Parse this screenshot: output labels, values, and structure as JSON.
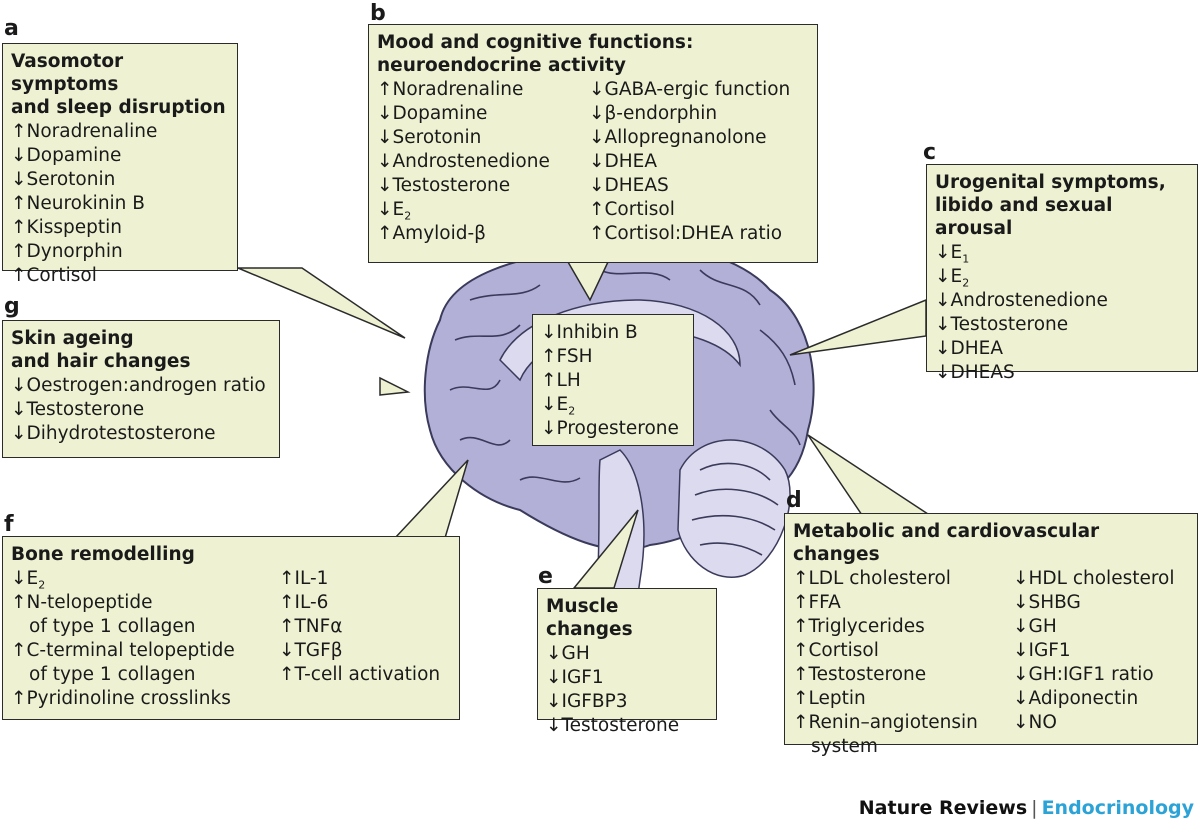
{
  "colors": {
    "box_fill": "#eef2d2",
    "box_border": "#2b2b2b",
    "brain_fill": "#b3b0d8",
    "brain_light": "#dcdaee",
    "brain_line": "#3a3a5a",
    "footer_accent": "#2ca3d6"
  },
  "panels": {
    "a": {
      "letter": "a",
      "title": "Vasomotor symptoms\nand sleep disruption",
      "items": [
        "↑Noradrenaline",
        "↓Dopamine",
        "↓Serotonin",
        "↑Neurokinin B",
        "↑Kisspeptin",
        "↑Dynorphin",
        "↑Cortisol"
      ]
    },
    "b": {
      "letter": "b",
      "title": "Mood and cognitive functions:\nneuroendocrine activity",
      "col1": [
        {
          "arrow": "↑",
          "text": "Noradrenaline"
        },
        {
          "arrow": "↓",
          "text": "Dopamine"
        },
        {
          "arrow": "↓",
          "text": "Serotonin"
        },
        {
          "arrow": "↓",
          "text": "Androstenedione"
        },
        {
          "arrow": "↓",
          "text": "Testosterone"
        },
        {
          "arrow": "↓",
          "text": "E",
          "sub": "2"
        },
        {
          "arrow": "↑",
          "text": "Amyloid-β"
        }
      ],
      "col2": [
        "↓GABA-ergic function",
        "↓β-endorphin",
        "↓Allopregnanolone",
        "↓DHEA",
        "↓DHEAS",
        "↑Cortisol",
        "↑Cortisol:DHEA ratio"
      ]
    },
    "c": {
      "letter": "c",
      "title": "Urogenital symptoms,\nlibido and sexual arousal",
      "items": [
        {
          "arrow": "↓",
          "text": "E",
          "sub": "1"
        },
        {
          "arrow": "↓",
          "text": "E",
          "sub": "2"
        },
        {
          "arrow": "↓",
          "text": "Androstenedione"
        },
        {
          "arrow": "↓",
          "text": "Testosterone"
        },
        {
          "arrow": "↓",
          "text": "DHEA"
        },
        {
          "arrow": "↓",
          "text": "DHEAS"
        }
      ]
    },
    "center": {
      "items": [
        {
          "arrow": "↓",
          "text": "Inhibin B"
        },
        {
          "arrow": "↑",
          "text": "FSH"
        },
        {
          "arrow": "↑",
          "text": "LH"
        },
        {
          "arrow": "↓",
          "text": "E",
          "sub": "2"
        },
        {
          "arrow": "↓",
          "text": "Progesterone"
        }
      ]
    },
    "d": {
      "letter": "d",
      "title": "Metabolic and cardiovascular changes",
      "col1": [
        "↑LDL cholesterol",
        "↑FFA",
        "↑Triglycerides",
        "↑Cortisol",
        "↑Testosterone",
        "↑Leptin",
        "↑Renin–angiotensin",
        "  system"
      ],
      "col2": [
        "↓HDL cholesterol",
        "↓SHBG",
        "↓GH",
        "↓IGF1",
        "↓GH:IGF1 ratio",
        "↓Adiponectin",
        "↓NO"
      ]
    },
    "e": {
      "letter": "e",
      "title": "Muscle changes",
      "items": [
        "↓GH",
        "↓IGF1",
        "↓IGFBP3",
        "↓Testosterone"
      ]
    },
    "f": {
      "letter": "f",
      "title": "Bone remodelling",
      "col1": [
        {
          "arrow": "↓",
          "text": "E",
          "sub": "2"
        },
        {
          "arrow": "↑",
          "text": "N-telopeptide"
        },
        {
          "arrow": "",
          "text": "of type 1 collagen",
          "indent": true
        },
        {
          "arrow": "↑",
          "text": "C-terminal telopeptide"
        },
        {
          "arrow": "",
          "text": "of type 1 collagen",
          "indent": true
        },
        {
          "arrow": "↑",
          "text": "Pyridinoline crosslinks"
        }
      ],
      "col2": [
        "↑IL-1",
        "↑IL-6",
        "↑TNFα",
        "↓TGFβ",
        "↑T-cell activation"
      ]
    },
    "g": {
      "letter": "g",
      "title": "Skin ageing\nand hair changes",
      "items": [
        "↓Oestrogen:androgen ratio",
        "↓Testosterone",
        "↓Dihydrotestosterone"
      ]
    }
  },
  "footer": {
    "publisher": "Nature Reviews",
    "separator": "|",
    "journal": "Endocrinology"
  }
}
